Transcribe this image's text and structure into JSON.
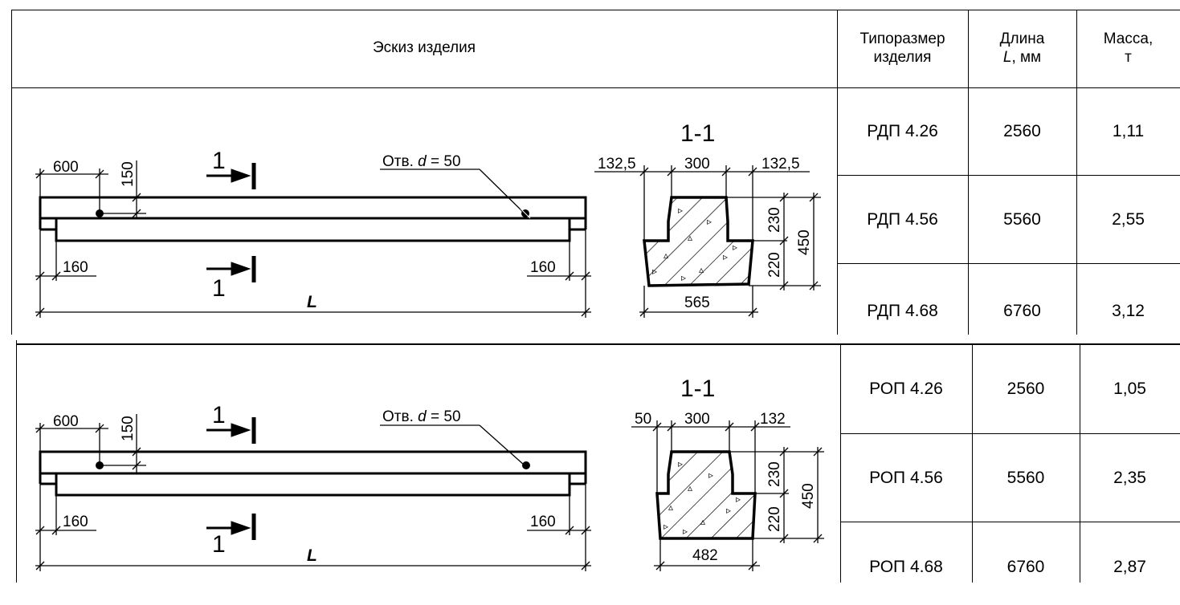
{
  "header": {
    "sketch": "Эскиз изделия",
    "type_line1": "Типоразмер",
    "type_line2": "изделия",
    "length_line1": "Длина",
    "length_line2_var": "L",
    "length_line2_unit": ", мм",
    "mass_line1": "Масса,",
    "mass_line2": "т"
  },
  "rows": [
    {
      "type": "РДП 4.26",
      "length": "2560",
      "mass": "1,11"
    },
    {
      "type": "РДП 4.56",
      "length": "5560",
      "mass": "2,55"
    },
    {
      "type": "РДП 4.68",
      "length": "6760",
      "mass": "3,12"
    },
    {
      "type": "РОП 4.26",
      "length": "2560",
      "mass": "1,05"
    },
    {
      "type": "РОП 4.56",
      "length": "5560",
      "mass": "2,35"
    },
    {
      "type": "РОП 4.68",
      "length": "6760",
      "mass": "2,87"
    }
  ],
  "sketch_rdp": {
    "dim_600": "600",
    "dim_150": "150",
    "section_mark": "1",
    "hole_label_prefix": "Отв. ",
    "hole_label_var": "d",
    "hole_label_value": " = 50",
    "dim_160_left": "160",
    "dim_160_right": "160",
    "length_var": "L",
    "section_title": "1-1",
    "dim_left_ledge": "132,5",
    "dim_top_width": "300",
    "dim_right_ledge": "132,5",
    "dim_230": "230",
    "dim_220": "220",
    "dim_450": "450",
    "dim_bottom": "565"
  },
  "sketch_rop": {
    "dim_600": "600",
    "dim_150": "150",
    "section_mark": "1",
    "hole_label_prefix": "Отв. ",
    "hole_label_var": "d",
    "hole_label_value": " = 50",
    "dim_160_left": "160",
    "dim_160_right": "160",
    "length_var": "L",
    "section_title": "1-1",
    "dim_left_ledge": "50",
    "dim_top_width": "300",
    "dim_right_ledge": "132",
    "dim_230": "230",
    "dim_220": "220",
    "dim_450": "450",
    "dim_bottom": "482"
  }
}
